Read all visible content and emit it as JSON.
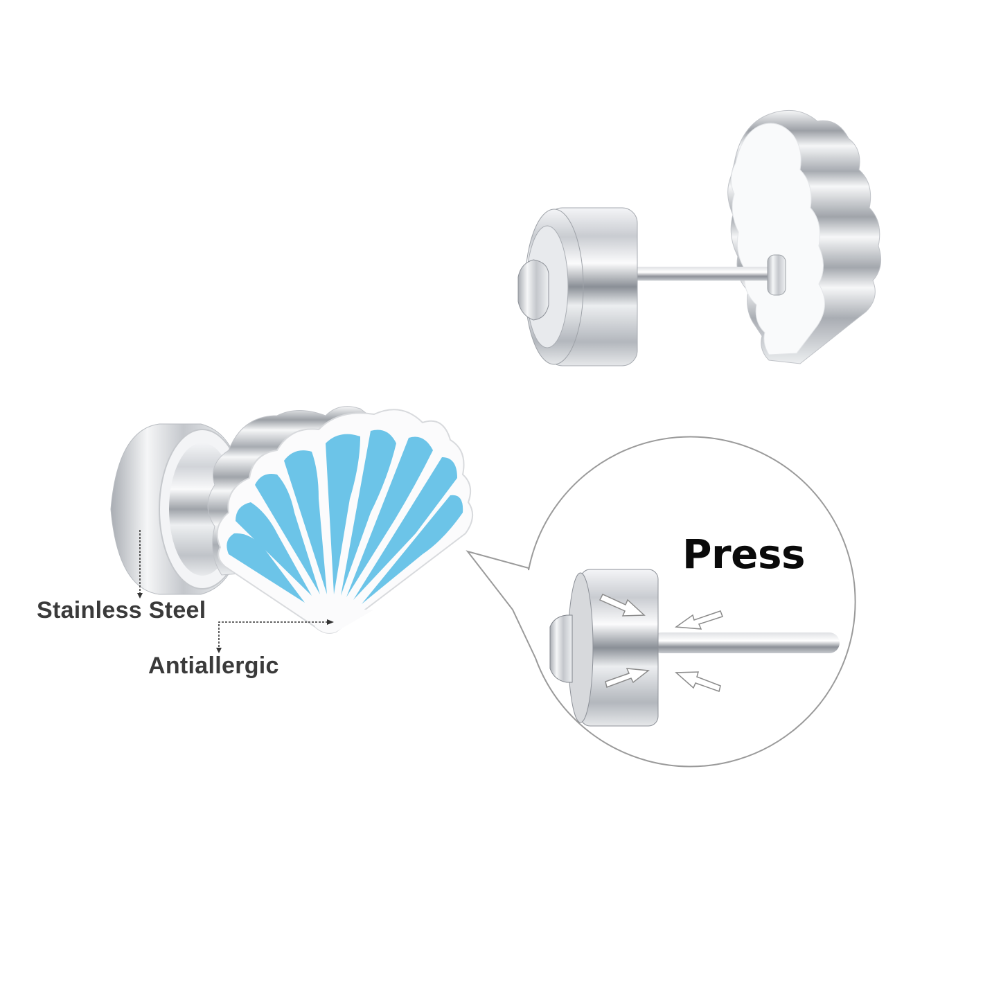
{
  "labels": {
    "material": "Stainless Steel",
    "feature": "Antiallergic",
    "action": "Press"
  },
  "colors": {
    "background": "#ffffff",
    "enamel_blue": "#6cc4e8",
    "steel_light": "#eef0f2",
    "steel_mid": "#b8bcc2",
    "steel_dark": "#6e737a",
    "label_text": "#3a3a3a",
    "press_text": "#0a0a0a",
    "callout_outline": "#9a9a9a"
  },
  "illustrations": {
    "top_earring": "side-view shell stud with push-back screw",
    "front_earring": "blue enamel scallop shell stud",
    "callout": "magnified push-back with press arrows"
  }
}
